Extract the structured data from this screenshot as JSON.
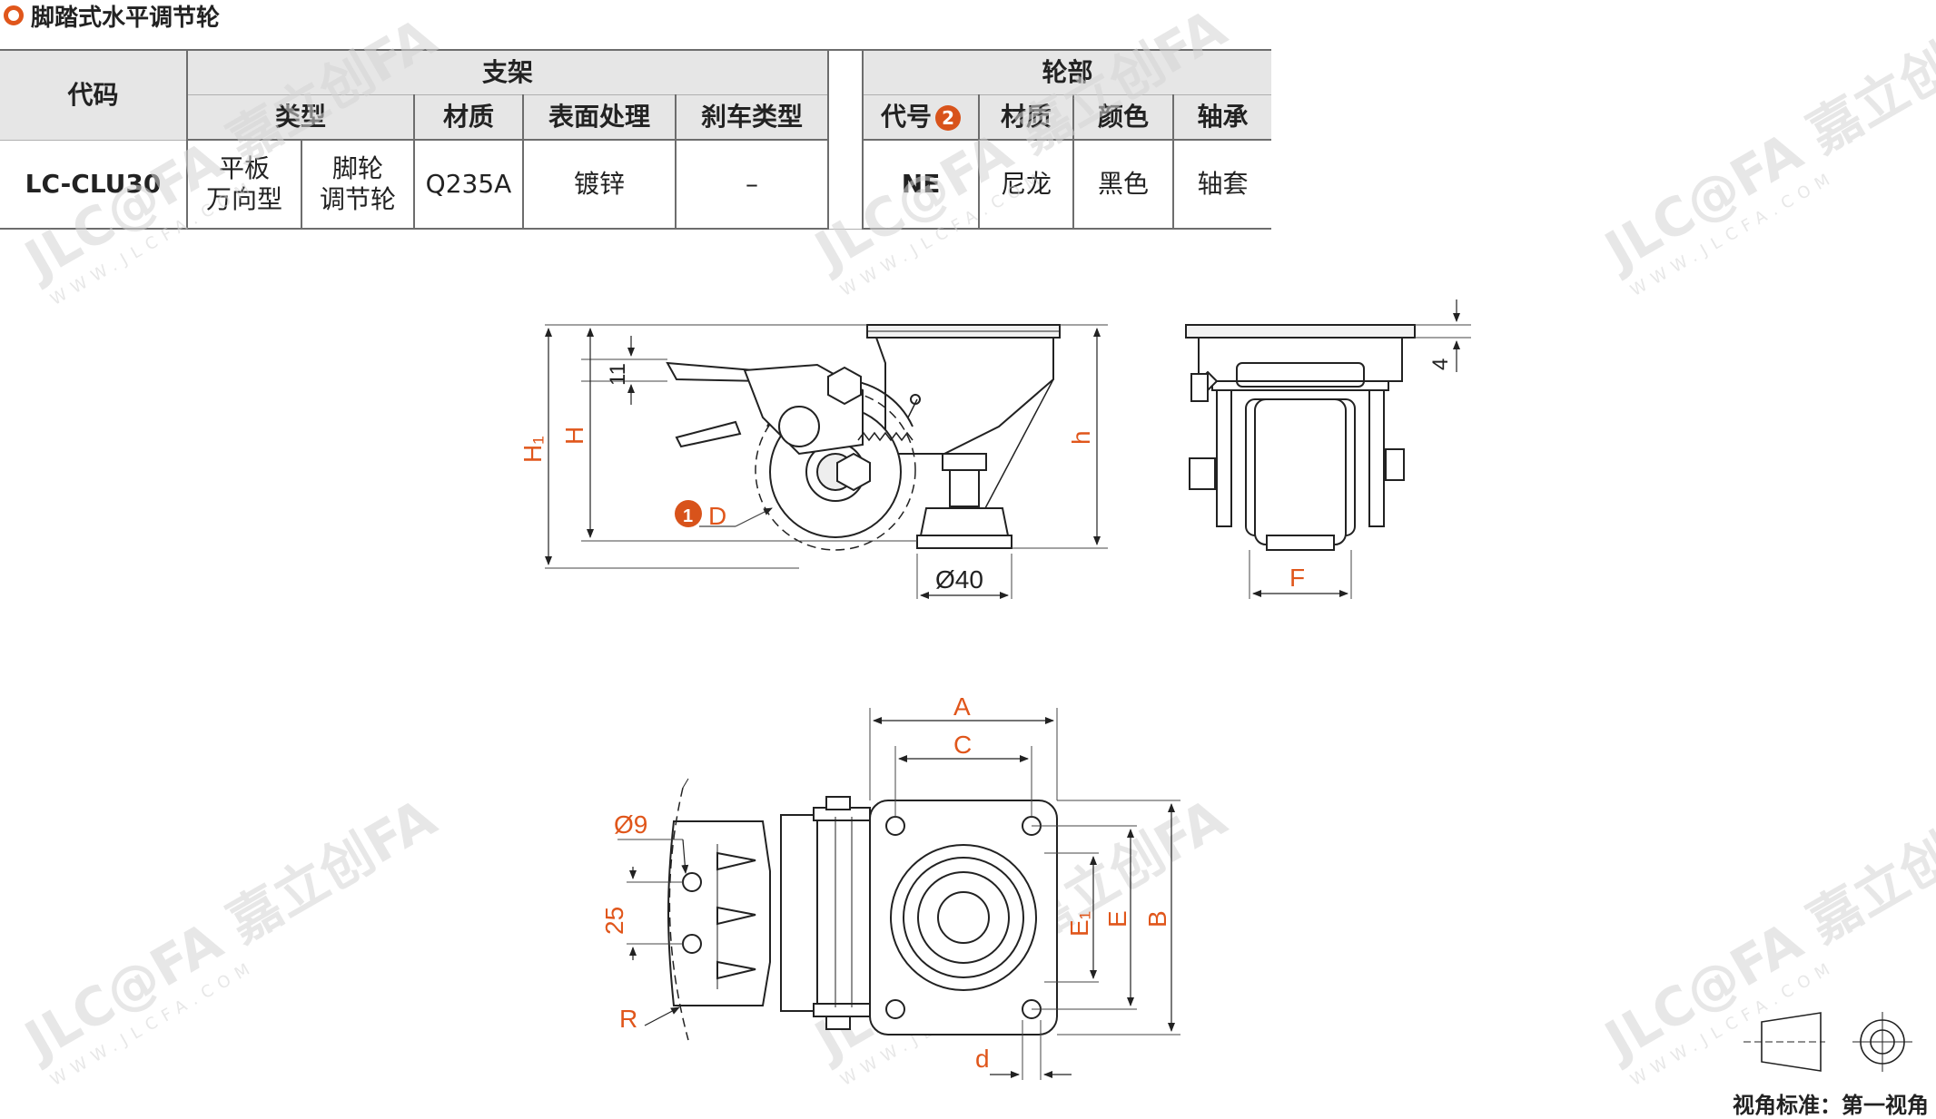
{
  "section_title": "脚踏式水平调节轮",
  "table": {
    "code_header": "代码",
    "bracket_header": "支架",
    "wheel_header": "轮部",
    "bracket_cols": {
      "type": "类型",
      "material": "材质",
      "surface": "表面处理",
      "brake": "刹车类型"
    },
    "wheel_cols": {
      "code": "代号",
      "code_badge": "2",
      "material": "材质",
      "color": "颜色",
      "bearing": "轴承"
    },
    "row": {
      "code": "LC-CLU30",
      "type_a_line1": "平板",
      "type_a_line2": "万向型",
      "type_b_line1": "脚轮",
      "type_b_line2": "调节轮",
      "material": "Q235A",
      "surface": "镀锌",
      "brake": "–",
      "wheel_code": "NE",
      "wheel_material": "尼龙",
      "wheel_color": "黑色",
      "bearing": "轴套"
    }
  },
  "drawing_labels": {
    "H1": "H₁",
    "H": "H",
    "d11": "11",
    "h": "h",
    "D_badge": "1",
    "D": "D",
    "phi40": "Ø40",
    "d4": "4",
    "F": "F",
    "A": "A",
    "C": "C",
    "phi9": "Ø9",
    "d25": "25",
    "R": "R",
    "E1": "E₁",
    "E": "E",
    "B": "B",
    "d": "d"
  },
  "watermark": {
    "brand": "JLC@FA 嘉立创FA",
    "url": "WWW.JLCFA.COM"
  },
  "view_standard": "视角标准：第一视角",
  "colors": {
    "accent_orange": "#e0561b",
    "code_blue": "#2b6dab",
    "header_gray": "#e6e6e6"
  }
}
